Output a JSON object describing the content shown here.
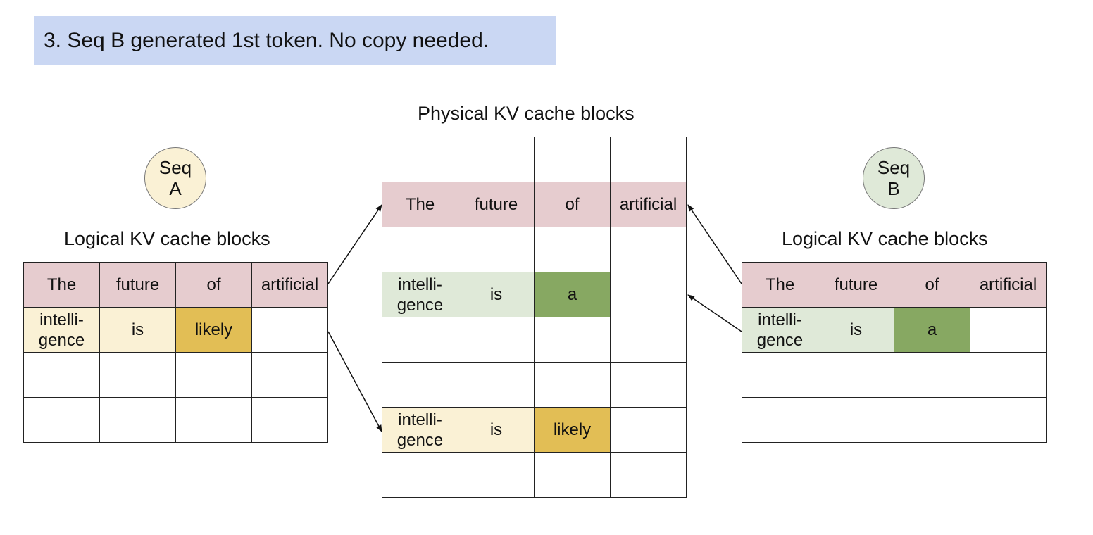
{
  "banner": {
    "text": "3. Seq B generated 1st token. No copy needed.",
    "color": "#cad7f3"
  },
  "colors": {
    "shared_prompt": "#e6cccf",
    "seq_a_light": "#faf1d5",
    "seq_a_new": "#e2be55",
    "seq_b_light": "#dfe9d8",
    "seq_b_new": "#87a862"
  },
  "seq_a": {
    "label_line1": "Seq",
    "label_line2": "A"
  },
  "seq_b": {
    "label_line1": "Seq",
    "label_line2": "B"
  },
  "logical_a": {
    "title": "Logical KV cache blocks",
    "rows": [
      [
        {
          "t": "The",
          "c": "pink"
        },
        {
          "t": "future",
          "c": "pink"
        },
        {
          "t": "of",
          "c": "pink"
        },
        {
          "t": "artificial",
          "c": "pink"
        }
      ],
      [
        {
          "t": "intelli-\ngence",
          "c": "ylight"
        },
        {
          "t": "is",
          "c": "ylight"
        },
        {
          "t": "likely",
          "c": "ydark"
        },
        {
          "t": "",
          "c": ""
        }
      ],
      [
        {
          "t": "",
          "c": ""
        },
        {
          "t": "",
          "c": ""
        },
        {
          "t": "",
          "c": ""
        },
        {
          "t": "",
          "c": ""
        }
      ],
      [
        {
          "t": "",
          "c": ""
        },
        {
          "t": "",
          "c": ""
        },
        {
          "t": "",
          "c": ""
        },
        {
          "t": "",
          "c": ""
        }
      ]
    ]
  },
  "physical": {
    "title": "Physical KV cache blocks",
    "rows": [
      [
        {
          "t": "",
          "c": ""
        },
        {
          "t": "",
          "c": ""
        },
        {
          "t": "",
          "c": ""
        },
        {
          "t": "",
          "c": ""
        }
      ],
      [
        {
          "t": "The",
          "c": "pink"
        },
        {
          "t": "future",
          "c": "pink"
        },
        {
          "t": "of",
          "c": "pink"
        },
        {
          "t": "artificial",
          "c": "pink"
        }
      ],
      [
        {
          "t": "",
          "c": ""
        },
        {
          "t": "",
          "c": ""
        },
        {
          "t": "",
          "c": ""
        },
        {
          "t": "",
          "c": ""
        }
      ],
      [
        {
          "t": "intelli-\ngence",
          "c": "glight"
        },
        {
          "t": "is",
          "c": "glight"
        },
        {
          "t": "a",
          "c": "gdark"
        },
        {
          "t": "",
          "c": ""
        }
      ],
      [
        {
          "t": "",
          "c": ""
        },
        {
          "t": "",
          "c": ""
        },
        {
          "t": "",
          "c": ""
        },
        {
          "t": "",
          "c": ""
        }
      ],
      [
        {
          "t": "",
          "c": ""
        },
        {
          "t": "",
          "c": ""
        },
        {
          "t": "",
          "c": ""
        },
        {
          "t": "",
          "c": ""
        }
      ],
      [
        {
          "t": "intelli-\ngence",
          "c": "ylight"
        },
        {
          "t": "is",
          "c": "ylight"
        },
        {
          "t": "likely",
          "c": "ydark"
        },
        {
          "t": "",
          "c": ""
        }
      ],
      [
        {
          "t": "",
          "c": ""
        },
        {
          "t": "",
          "c": ""
        },
        {
          "t": "",
          "c": ""
        },
        {
          "t": "",
          "c": ""
        }
      ]
    ]
  },
  "logical_b": {
    "title": "Logical KV cache blocks",
    "rows": [
      [
        {
          "t": "The",
          "c": "pink"
        },
        {
          "t": "future",
          "c": "pink"
        },
        {
          "t": "of",
          "c": "pink"
        },
        {
          "t": "artificial",
          "c": "pink"
        }
      ],
      [
        {
          "t": "intelli-\ngence",
          "c": "glight"
        },
        {
          "t": "is",
          "c": "glight"
        },
        {
          "t": "a",
          "c": "gdark"
        },
        {
          "t": "",
          "c": ""
        }
      ],
      [
        {
          "t": "",
          "c": ""
        },
        {
          "t": "",
          "c": ""
        },
        {
          "t": "",
          "c": ""
        },
        {
          "t": "",
          "c": ""
        }
      ],
      [
        {
          "t": "",
          "c": ""
        },
        {
          "t": "",
          "c": ""
        },
        {
          "t": "",
          "c": ""
        },
        {
          "t": "",
          "c": ""
        }
      ]
    ]
  }
}
